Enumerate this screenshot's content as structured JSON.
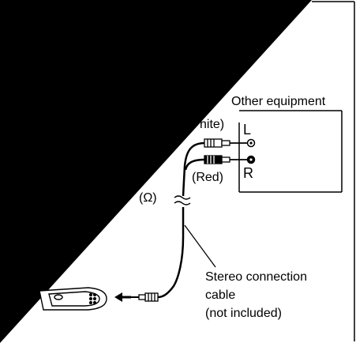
{
  "labels": {
    "other_equipment": "Other equipment",
    "white_partial": "hite)",
    "red": "(Red)",
    "left_channel": "L",
    "right_channel": "R",
    "headphone_mark": "(Ω)",
    "break_mark": "≈",
    "cable_line1": "Stereo  connection",
    "cable_line2": "cable",
    "cable_line3": "(not included)"
  },
  "colors": {
    "ink": "#000000",
    "paper": "#ffffff"
  },
  "icons": {
    "player": "portable-player-icon",
    "arrow": "left-arrow-icon",
    "plug": "stereo-mini-plug-icon",
    "rca": "rca-plug-icon",
    "jack": "rca-jack-icon"
  }
}
